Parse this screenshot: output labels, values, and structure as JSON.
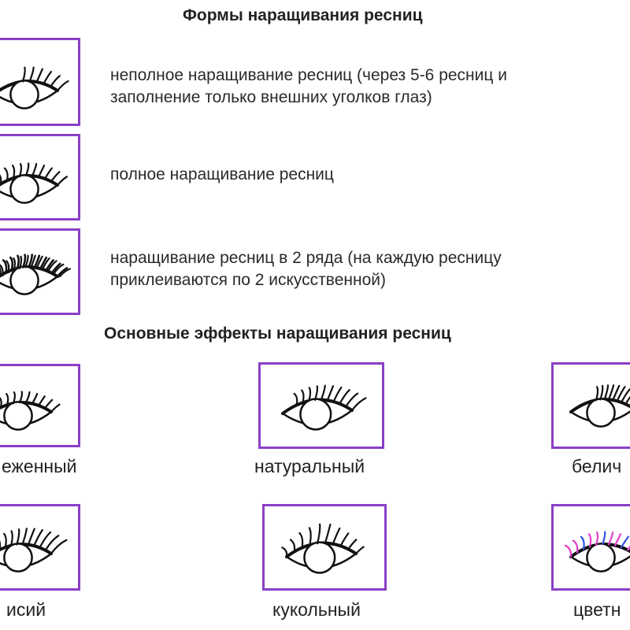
{
  "colors": {
    "frame": "#8b3fc7",
    "ink": "#111111",
    "pink": "#e040c8",
    "blue": "#3050e0"
  },
  "section_forms": {
    "title": "Формы наращивания ресниц",
    "items": [
      {
        "icon": "eye-partial-lashes-icon",
        "lines": [
          "неполное наращивание ресниц (через 5-6 ресниц и",
          "заполнение только внешних уголков глаз)"
        ]
      },
      {
        "icon": "eye-full-lashes-icon",
        "lines": [
          "полное наращивание ресниц"
        ]
      },
      {
        "icon": "eye-double-row-lashes-icon",
        "lines": [
          "наращивание ресниц в 2 ряда (на каждую ресницу",
          "приклеиваются по 2 искусственной)"
        ]
      }
    ]
  },
  "section_effects": {
    "title": "Основные эффекты наращивания ресниц",
    "items": [
      {
        "label": "ежeнный",
        "icon": "eye-effect-1-icon"
      },
      {
        "label": "натуральный",
        "icon": "eye-effect-natural-icon"
      },
      {
        "label": "белич",
        "icon": "eye-effect-squirrel-icon"
      },
      {
        "label": "исий",
        "icon": "eye-effect-fox-icon"
      },
      {
        "label": "кукольный",
        "icon": "eye-effect-doll-icon"
      },
      {
        "label": "цветн",
        "icon": "eye-effect-colored-icon"
      }
    ]
  }
}
